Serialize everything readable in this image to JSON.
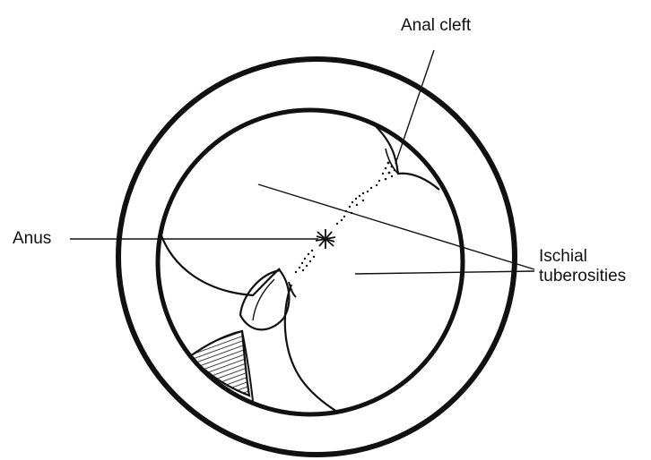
{
  "labels": {
    "anal_cleft": "Anal cleft",
    "anus": "Anus",
    "ischial_line1": "Ischial",
    "ischial_line2": "tuberosities"
  },
  "colors": {
    "ink": "#111111",
    "background": "#ffffff"
  }
}
